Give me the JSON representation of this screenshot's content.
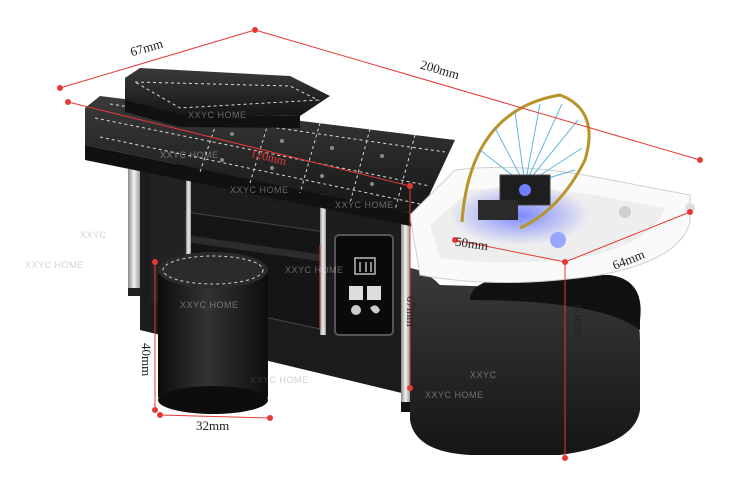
{
  "dimensions": {
    "width_top": "67mm",
    "length_total": "200mm",
    "inner_length": "120mm",
    "frame_width": "63mm",
    "basin_depth": "50mm",
    "basin_width": "64mm",
    "basin_height": "63mm",
    "bed_height": "67mm",
    "stool_height": "40mm",
    "stool_width": "32mm"
  },
  "watermark": {
    "brand": "XXYC HOME",
    "brand_short": "XXYC"
  },
  "colors": {
    "upholstery": "#1f1f1f",
    "stitch": "#d9d9d9",
    "basin": "#ffffff",
    "chrome": "#c8c8c8",
    "dimension_line": "#e53935",
    "led": "#4466ff"
  }
}
